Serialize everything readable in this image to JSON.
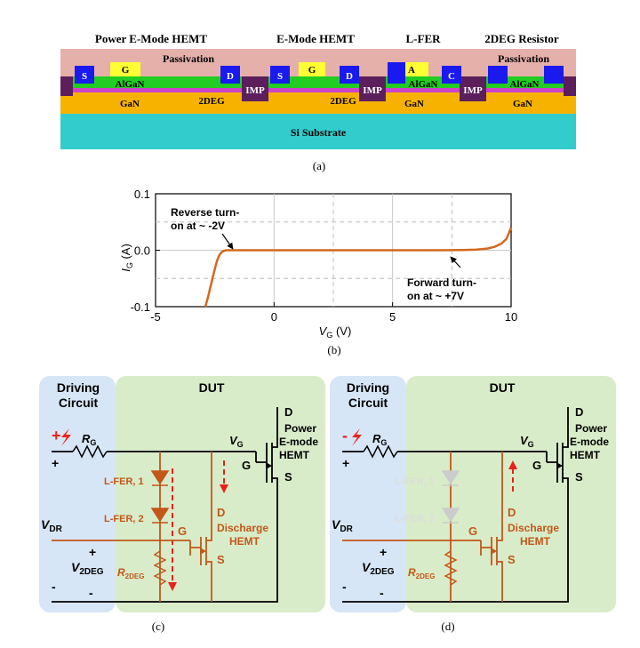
{
  "panel_a": {
    "caption": "(a)",
    "titles": {
      "power_hemt": "Power E-Mode HEMT",
      "emode_hemt": "E-Mode HEMT",
      "lfer": "L-FER",
      "resistor": "2DEG Resistor"
    },
    "passivation_left": "Passivation",
    "passivation_right": "Passivation",
    "labels": {
      "s1": "S",
      "g1": "G",
      "algan1": "AlGaN",
      "d1": "D",
      "gan1": "GaN",
      "twodeg1": "2DEG",
      "imp1": "IMP",
      "s2": "S",
      "g2": "G",
      "d2": "D",
      "twodeg2": "2DEG",
      "imp2": "IMP",
      "a": "A",
      "algan3": "AlGaN",
      "c": "C",
      "gan3": "GaN",
      "imp3": "IMP",
      "algan4": "AlGaN",
      "gan4": "GaN",
      "substrate": "Si Substrate"
    },
    "colors": {
      "passivation": "#e6b0aa",
      "substrate": "#33cccc",
      "gan": "#f7b200",
      "algan": "#22cc22",
      "twodeg": "#cc44cc",
      "contact": "#1a1aee",
      "gate": "#ffff33",
      "imp": "#5c1f5c"
    }
  },
  "panel_b": {
    "caption": "(b)",
    "ylabel_main": "I",
    "ylabel_sub": "G",
    "ylabel_unit": " (A)",
    "xlabel_main": "V",
    "xlabel_sub": "G",
    "xlabel_unit": " (V)",
    "annot_reverse_1": "Reverse turn-",
    "annot_reverse_2": "on at ~ -2V",
    "annot_forward_1": "Forward turn-",
    "annot_forward_2": "on at ~ +7V",
    "curve_color": "#d2691e"
  },
  "chart_data": {
    "type": "line",
    "xlabel": "VG (V)",
    "ylabel": "IG (A)",
    "xlim": [
      -5,
      10
    ],
    "ylim": [
      -0.1,
      0.1
    ],
    "xticks": [
      "-5",
      "0",
      "5",
      "10"
    ],
    "yticks": [
      "0.1",
      "0.0",
      "-0.1"
    ],
    "grid": true,
    "annotations": [
      "Reverse turn-on at ~ -2V",
      "Forward turn-on at ~ +7V"
    ],
    "series": [
      {
        "x": [
          -2.9,
          -2.8,
          -2.7,
          -2.6,
          -2.5,
          -2.4,
          -2.3,
          -2.2,
          -2.1,
          -2.0,
          0,
          2,
          4,
          6,
          7,
          8,
          8.5,
          9,
          9.3,
          9.6,
          9.8,
          10
        ],
        "y": [
          -0.1,
          -0.085,
          -0.068,
          -0.05,
          -0.033,
          -0.018,
          -0.008,
          -0.003,
          -0.001,
          0.0,
          0.0,
          0.0,
          0.0,
          0.0,
          0.0,
          0.0005,
          0.001,
          0.003,
          0.006,
          0.012,
          0.02,
          0.04
        ]
      }
    ]
  },
  "panel_c": {
    "caption": "(c)",
    "driving_1": "Driving",
    "driving_2": "Circuit",
    "dut": "DUT",
    "plus_sign": "+",
    "rg_main": "R",
    "rg_sub": "G",
    "vg_main": "V",
    "vg_sub": "G",
    "g_label": "G",
    "d_label": "D",
    "s_label": "S",
    "power_1": "Power",
    "power_2": "E-mode",
    "power_3": "HEMT",
    "lfer1": "L-FER, 1",
    "lfer2": "L-FER, 2",
    "vdr_main": "V",
    "vdr_sub": "DR",
    "v2deg_main": "V",
    "v2deg_sub": "2DEG",
    "r2deg_main": "R",
    "r2deg_sub": "2DEG",
    "discharge_1": "Discharge",
    "discharge_2": "HEMT",
    "dg_label": "G",
    "dd_label": "D",
    "ds_label": "S",
    "term_plus_top": "+",
    "term_plus_bot": "+",
    "term_minus_left": "-",
    "term_minus_right": "-"
  },
  "panel_d": {
    "caption": "(d)",
    "driving_1": "Driving",
    "driving_2": "Circuit",
    "dut": "DUT",
    "minus_sign": "-",
    "rg_main": "R",
    "rg_sub": "G",
    "vg_main": "V",
    "vg_sub": "G",
    "g_label": "G",
    "d_label": "D",
    "s_label": "S",
    "power_1": "Power",
    "power_2": "E-mode",
    "power_3": "HEMT",
    "lfer1": "L-FER, 1",
    "lfer2": "L-FER, 2",
    "vdr_main": "V",
    "vdr_sub": "DR",
    "v2deg_main": "V",
    "v2deg_sub": "2DEG",
    "r2deg_main": "R",
    "r2deg_sub": "2DEG",
    "discharge_1": "Discharge",
    "discharge_2": "HEMT",
    "dg_label": "G",
    "dd_label": "D",
    "ds_label": "S",
    "term_plus_top": "+",
    "term_plus_bot": "+",
    "term_minus_left": "-",
    "term_minus_right": "-"
  }
}
